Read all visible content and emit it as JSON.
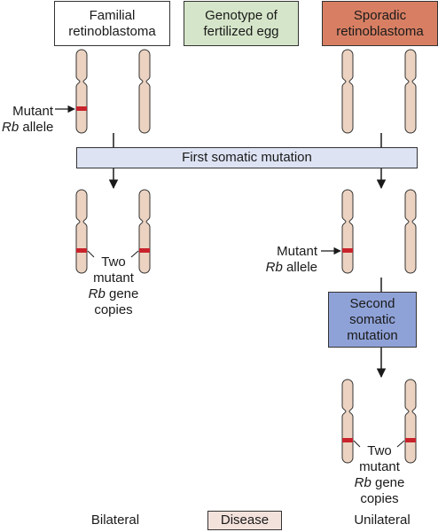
{
  "header": {
    "familial": [
      "Familial",
      "retinoblastoma"
    ],
    "genotype": [
      "Genotype of",
      "fertilized egg"
    ],
    "sporadic": [
      "Sporadic",
      "retinoblastoma"
    ]
  },
  "steps": {
    "first": "First somatic mutation",
    "second": [
      "Second",
      "somatic",
      "mutation"
    ]
  },
  "labels": {
    "mutant": "Mutant",
    "rb": "Rb",
    "allele": "allele",
    "two": "Two",
    "mutant_lc": "mutant",
    "gene": "gene",
    "copies": "copies"
  },
  "footer": {
    "bilateral": "Bilateral",
    "disease": "Disease",
    "unilateral": "Unilateral"
  },
  "colors": {
    "familial_box": "#ffffff",
    "genotype_box": "#d5e5c9",
    "sporadic_box": "#d87f63",
    "first_bar": "#dde3f3",
    "second_box": "#8fa2d8",
    "chromosome": "#ecd3c1",
    "mutation": "#c8232c",
    "disease_box": "#f3e2dc"
  }
}
